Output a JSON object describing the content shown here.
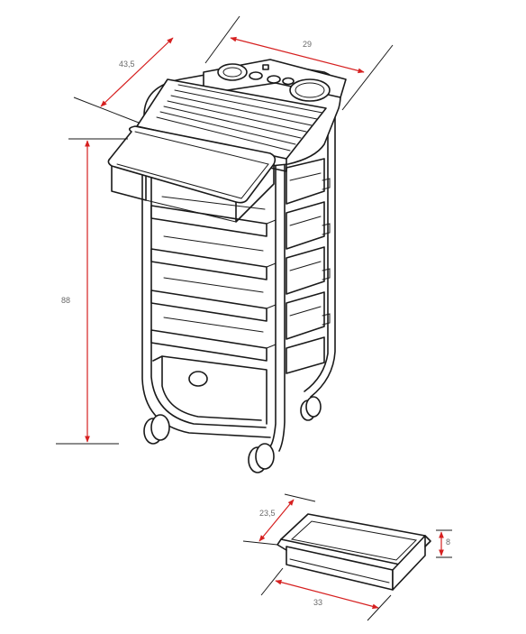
{
  "dimensions": {
    "depth": "43,5",
    "width": "29",
    "height": "88",
    "tray_depth": "23,5",
    "tray_height": "8",
    "tray_width": "33"
  },
  "colors": {
    "dimension_line": "#d62020",
    "outline": "#1a1a1a",
    "label": "#6a6a6a"
  }
}
